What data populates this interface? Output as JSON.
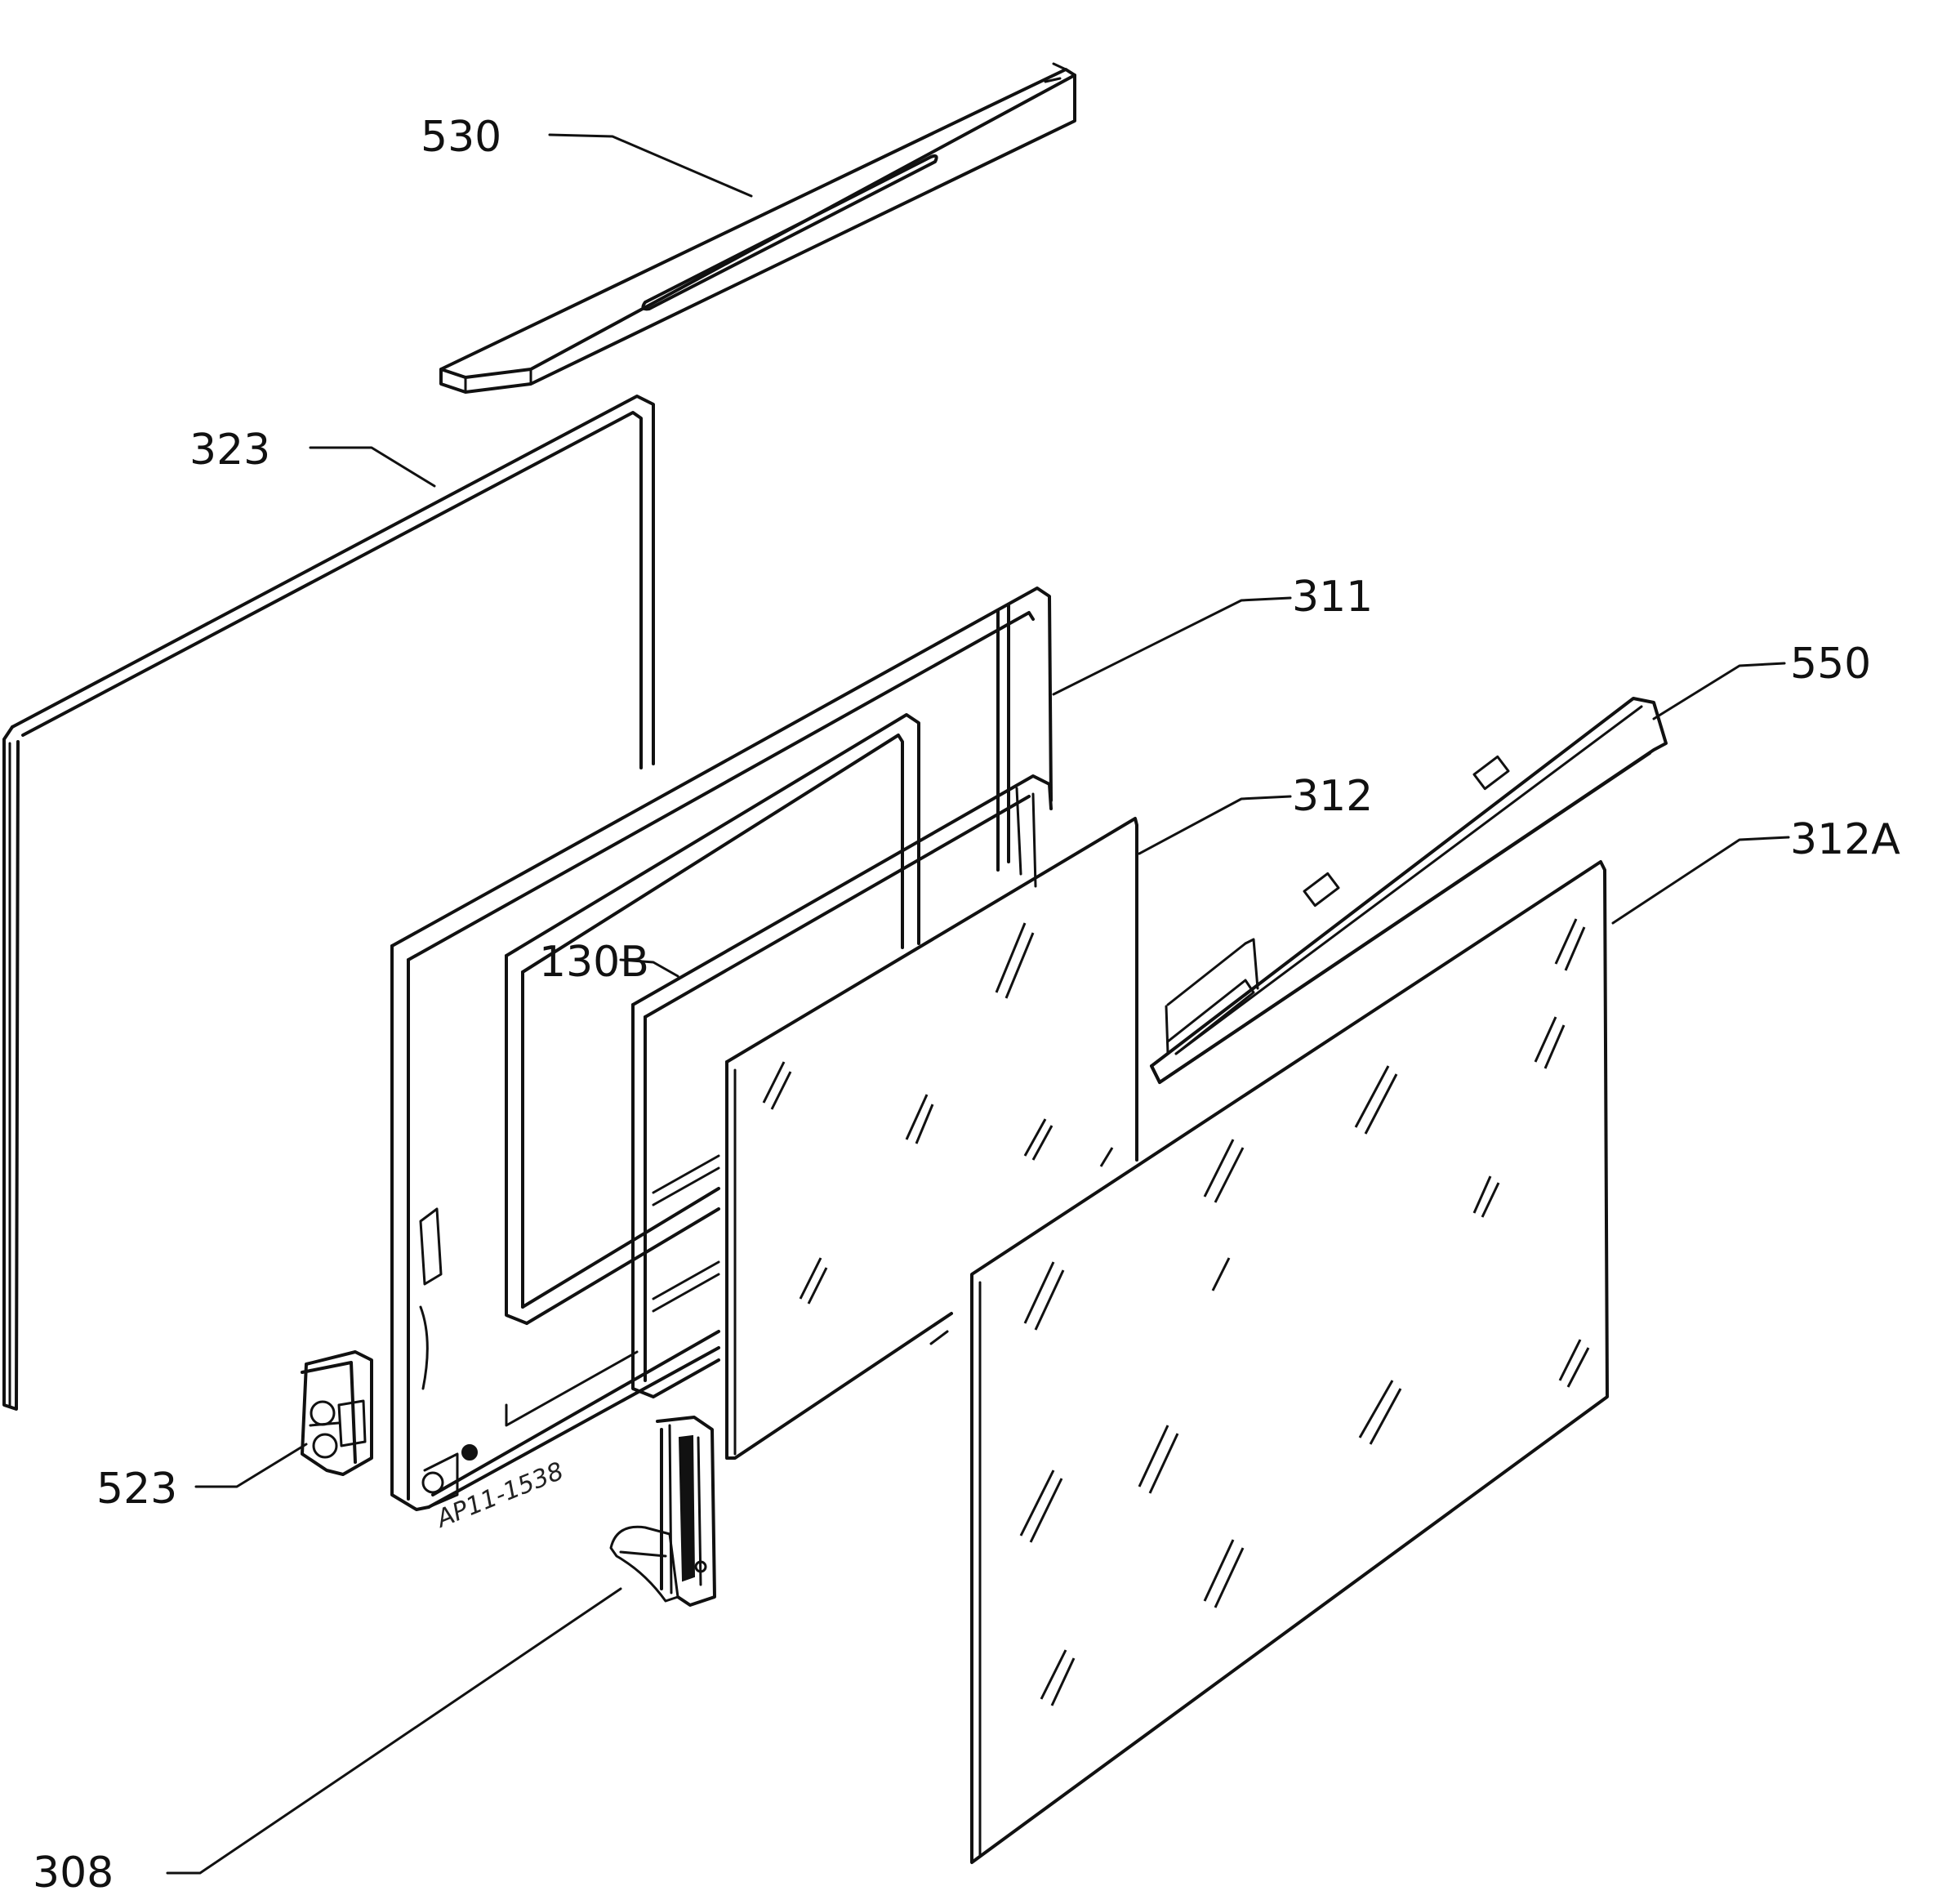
{
  "parts": [
    {
      "id": "p530",
      "label": "530",
      "name": "top trim strip"
    },
    {
      "id": "p323",
      "label": "323",
      "name": "door seal"
    },
    {
      "id": "p311",
      "label": "311",
      "name": "inner door frame"
    },
    {
      "id": "p130B",
      "label": "130B",
      "name": "glass gasket"
    },
    {
      "id": "p312",
      "label": "312",
      "name": "inner glass"
    },
    {
      "id": "p550",
      "label": "550",
      "name": "handle profile"
    },
    {
      "id": "p312A",
      "label": "312A",
      "name": "outer glass"
    },
    {
      "id": "p523",
      "label": "523",
      "name": "hinge bracket"
    },
    {
      "id": "p308",
      "label": "308",
      "name": "hinge"
    }
  ],
  "drawing_code": "AP11-1538"
}
